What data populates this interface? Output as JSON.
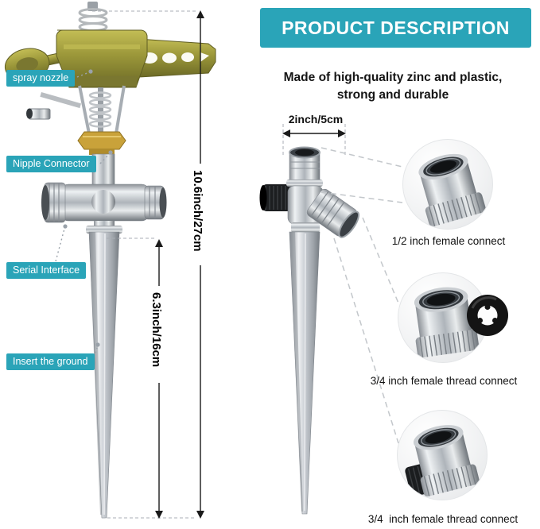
{
  "header": {
    "title": "PRODUCT DESCRIPTION"
  },
  "description": {
    "line1": "Made of high-quality zinc and plastic,",
    "line2": "strong and durable"
  },
  "part_labels": {
    "spray_nozzle": "spray nozzle",
    "nipple_connector": "Nipple Connector",
    "serial_interface": "Serial Interface",
    "insert_ground": "Insert the ground"
  },
  "dimensions": {
    "overall_height": "10.6inch/27cm",
    "spike_height": "6.3inch/16cm",
    "top_width": "2inch/5cm"
  },
  "callouts": [
    {
      "label": "1/2 inch female connect"
    },
    {
      "label": "3/4 inch female thread connect"
    },
    {
      "label": "3/4  inch female thread connect"
    }
  ],
  "colors": {
    "accent_teal": "#2AA4B8",
    "text": "#111111",
    "sprinkler_olive": "#9A9639",
    "metal": "#C6CAD0",
    "brass": "#C9A23A",
    "rubber_black": "#141414"
  }
}
